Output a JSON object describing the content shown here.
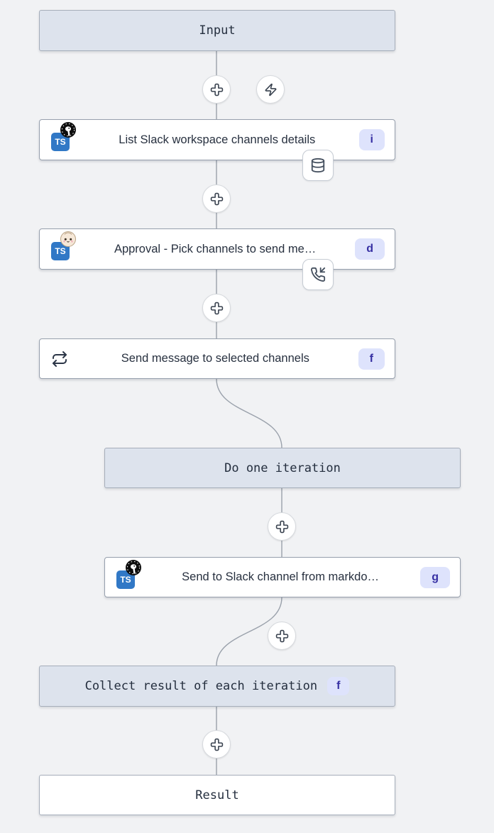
{
  "colors": {
    "canvas_bg": "#f1f2f4",
    "virtual_box_bg": "#dde3ed",
    "node_bg": "#ffffff",
    "node_border": "#97a0ad",
    "edge": "#9aa1ab",
    "badge_bg": "#dee3fc",
    "badge_text": "#3730a3",
    "typescript_blue": "#3178c6"
  },
  "icons": {
    "add_step": "cross-plus-icon",
    "trigger": "zap-icon",
    "cache": "database-icon",
    "suspend": "phone-incoming-icon",
    "forloop": "repeat-icon",
    "runtime_a": "deno-icon",
    "runtime_b": "bun-icon"
  },
  "flow": {
    "input_label": "Input",
    "result_label": "Result",
    "steps": [
      {
        "title": "List Slack workspace channels details",
        "badge": "i",
        "lang": "TS"
      },
      {
        "title": "Approval - Pick channels to send me…",
        "badge": "d",
        "lang": "TS"
      },
      {
        "title": "Send message to selected channels",
        "badge": "f"
      },
      {
        "title": "Do one iteration"
      },
      {
        "title": "Send to Slack channel from markdo…",
        "badge": "g",
        "lang": "TS"
      },
      {
        "title": "Collect result of each iteration",
        "badge": "f"
      }
    ]
  }
}
